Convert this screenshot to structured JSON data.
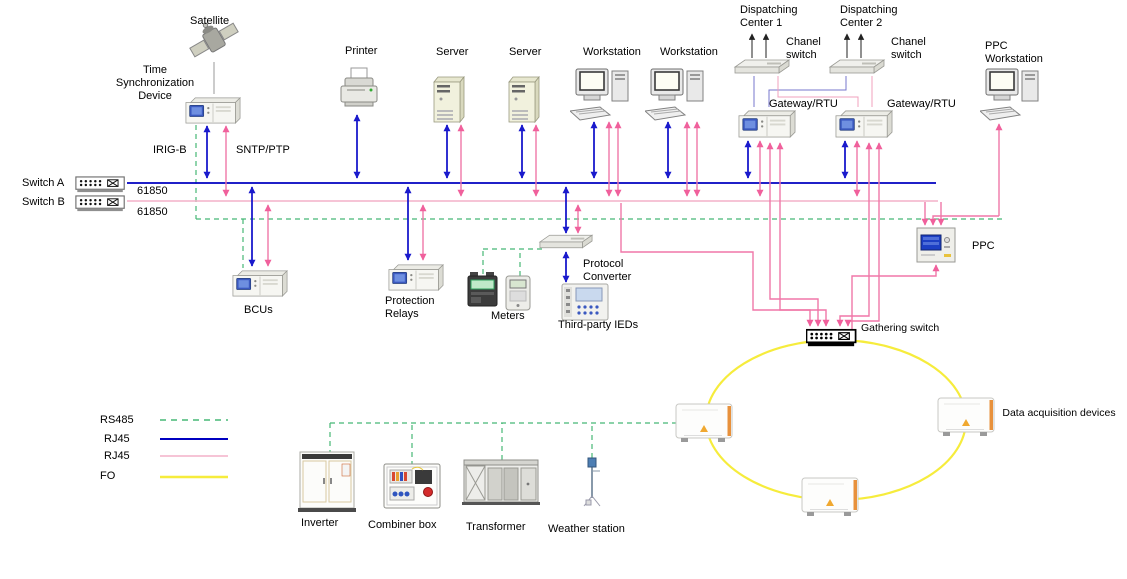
{
  "labels": {
    "satellite": "Satellite",
    "time_sync": "Time Synchronization Device",
    "irig_b": "IRIG-B",
    "sntp_ptp": "SNTP/PTP",
    "printer": "Printer",
    "server_1": "Server",
    "server_2": "Server",
    "workstation_1": "Workstation",
    "workstation_2": "Workstation",
    "dispatching_center_1": "Dispatching Center 1",
    "dispatching_center_2": "Dispatching Center 2",
    "chanel_switch_1": "Chanel switch",
    "chanel_switch_2": "Chanel switch",
    "gateway_rtu_1": "Gateway/RTU",
    "gateway_rtu_2": "Gateway/RTU",
    "ppc_workstation": "PPC Workstation",
    "switch_a": "Switch A",
    "switch_b": "Switch B",
    "iec61850_a": "61850",
    "iec61850_b": "61850",
    "bcus": "BCUs",
    "protection_relays": "Protection Relays",
    "meters": "Meters",
    "protocol_converter": "Protocol Converter",
    "third_party_ieds": "Third-party IEDs",
    "ppc": "PPC",
    "gathering_switch": "Gathering switch",
    "data_acquisition_devices": "Data acquisition devices",
    "inverter": "Inverter",
    "combiner_box": "Combiner box",
    "transformer": "Transformer",
    "weather_station": "Weather station"
  },
  "legend": {
    "items": [
      {
        "label": "RS485",
        "line_style": "dashed",
        "color": "#46B876"
      },
      {
        "label": "RJ45",
        "line_style": "solid",
        "color": "#0000C0"
      },
      {
        "label": "RJ45",
        "line_style": "solid",
        "color": "#F4B0C8"
      },
      {
        "label": "FO",
        "line_style": "solid",
        "color": "#F6EC3C"
      }
    ]
  },
  "colors": {
    "rj45_blue_bus": "#0000C0",
    "rj45_pink_bus": "#F4B0C8",
    "blue_arrow": "#1A1ACC",
    "pink_arrow": "#F077A8",
    "rs485_green": "#46B876",
    "fo_yellow": "#F6EC3C",
    "dispatch_arrow": "#222222"
  }
}
